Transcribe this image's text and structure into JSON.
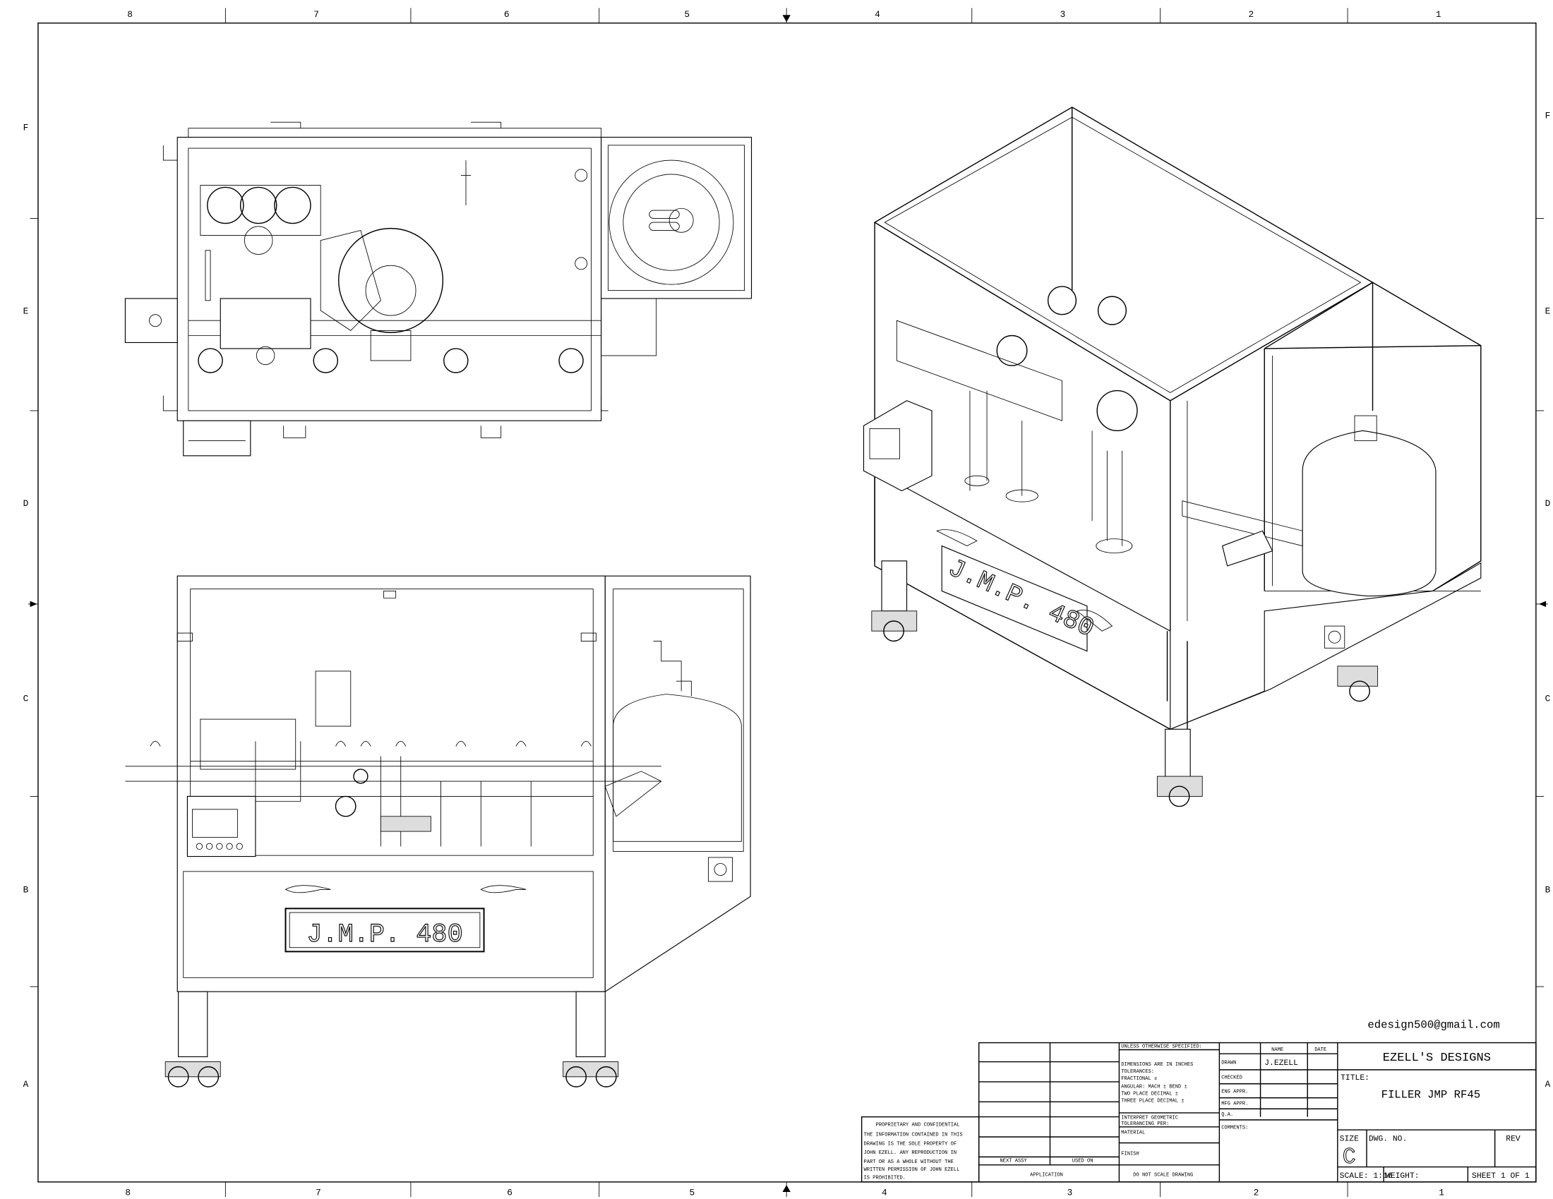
{
  "sheet": {
    "columns": [
      "8",
      "7",
      "6",
      "5",
      "4",
      "3",
      "2",
      "1"
    ],
    "rows": [
      "F",
      "E",
      "D",
      "C",
      "B",
      "A"
    ],
    "email": "edesign500@gmail.com"
  },
  "views": {
    "front_plate": "J.M.P. 480",
    "iso_plate": "J.M.P. 480"
  },
  "title_block": {
    "proprietary": {
      "heading": "PROPRIETARY AND CONFIDENTIAL",
      "lines": [
        "THE INFORMATION CONTAINED IN THIS",
        "DRAWING IS THE SOLE PROPERTY OF",
        "JOHN EZELL. ANY REPRODUCTION IN",
        "PART OR AS A WHOLE WITHOUT THE",
        "WRITTEN PERMISSION OF JOHN EZELL",
        "IS PROHIBITED."
      ]
    },
    "next_assy": "NEXT ASSY",
    "used_on": "USED ON",
    "application": "APPLICATION",
    "spec": {
      "unless": "UNLESS OTHERWISE SPECIFIED:",
      "lines": [
        "DIMENSIONS ARE IN INCHES",
        "TOLERANCES:",
        "FRACTIONAL ±",
        "ANGULAR: MACH ±   BEND ±",
        "TWO PLACE DECIMAL   ±",
        "THREE PLACE DECIMAL ±"
      ],
      "interpret": "INTERPRET GEOMETRIC",
      "tolerancing": "TOLERANCING PER:",
      "material": "MATERIAL",
      "finish": "FINISH",
      "do_not_scale": "DO NOT SCALE DRAWING"
    },
    "approvals": {
      "name_header": "NAME",
      "date_header": "DATE",
      "drawn": "DRAWN",
      "drawn_name": "J.EZELL",
      "checked": "CHECKED",
      "eng_appr": "ENG APPR.",
      "mfg_appr": "MFG APPR.",
      "qa": "Q.A.",
      "comments": "COMMENTS:"
    },
    "company": "EZELL'S DESIGNS",
    "title_label": "TITLE:",
    "title": "FILLER JMP RF45",
    "size_label": "SIZE",
    "size": "C",
    "dwg_no_label": "DWG. NO.",
    "rev_label": "REV",
    "scale": "SCALE: 1:16",
    "weight": "WEIGHT:",
    "sheet": "SHEET 1 OF 1"
  }
}
